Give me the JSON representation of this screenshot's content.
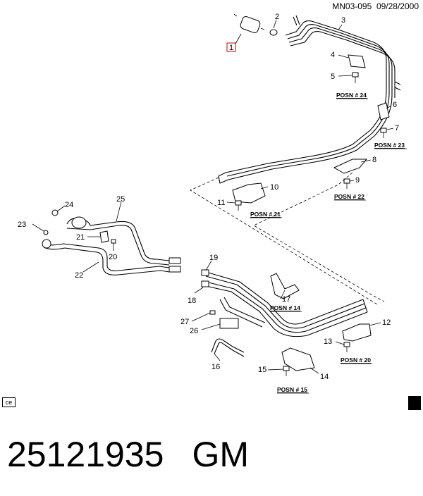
{
  "header": {
    "code": "MN03-095",
    "date": "09/28/2000"
  },
  "callouts": {
    "c1": "1",
    "c2": "2",
    "c3": "3",
    "c4": "4",
    "c5": "5",
    "c6": "6",
    "c7": "7",
    "c8": "8",
    "c9": "9",
    "c10": "10",
    "c11": "11",
    "c12": "12",
    "c13": "13",
    "c14": "14",
    "c15": "15",
    "c16": "16",
    "c17": "17",
    "c18": "18",
    "c19": "19",
    "c20": "20",
    "c21": "21",
    "c22": "22",
    "c23": "23",
    "c24": "24",
    "c25": "25",
    "c26": "26",
    "c27": "27"
  },
  "positions": {
    "p24": "POSN # 24",
    "p23": "POSN # 23",
    "p22": "POSN # 22",
    "p21": "POSN # 21",
    "p14": "POSN # 14",
    "p20": "POSN # 20",
    "p15": "POSN # 15"
  },
  "badge": {
    "ce": "ce"
  },
  "footer": {
    "part_number": "25121935",
    "brand": "GM"
  }
}
